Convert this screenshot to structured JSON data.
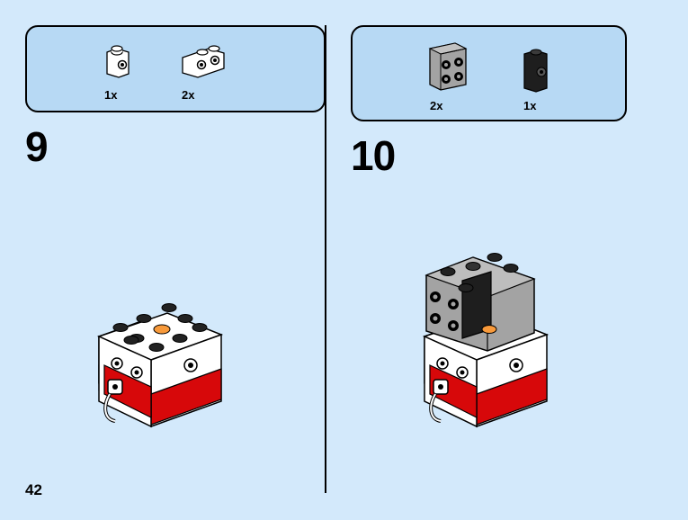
{
  "page": {
    "number": "42"
  },
  "steps": [
    {
      "number": "9",
      "parts": [
        {
          "qty": "1x",
          "icon": "white-bracket-1x1-icon"
        },
        {
          "qty": "2x",
          "icon": "white-bracket-1x2-icon"
        }
      ]
    },
    {
      "number": "10",
      "parts": [
        {
          "qty": "2x",
          "icon": "gray-brick-2x2-studs-side-icon"
        },
        {
          "qty": "1x",
          "icon": "black-brick-1x1-stud-side-icon"
        }
      ]
    }
  ],
  "colors": {
    "background": "#d3e9fb",
    "parts_box": "#b7d9f4",
    "red": "#d7080a",
    "gray": "#a3a3a3",
    "orange": "#f89a3b"
  }
}
